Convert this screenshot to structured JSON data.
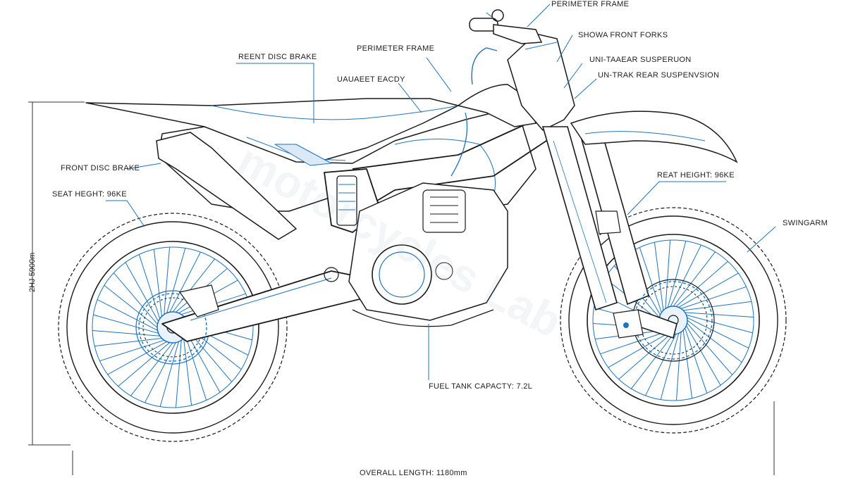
{
  "labels": {
    "perimeter_frame_top": "PERIMETER FRAME",
    "showa_front_forks": "SHOWA FRONT FORKS",
    "uni_trak_1": "UNI-TAAEAR SUSPERUON",
    "uni_trak_2": "UN-TRAK REAR SUSPENVSION",
    "reent_disc_brake": "REENT DISC BRAKE",
    "perimeter_frame_mid": "PERIMETER FRAME",
    "uauaeet_eacdy": "UAUAEET EACDY",
    "front_disc_brake": "FRONT DISC BRAKE",
    "seat_height_left": "SEAT HEGHT: 96KE",
    "reat_height_right": "REAT HEIGHT: 96KE",
    "swingarm": "SWINGARM",
    "fuel_tank": "FUEL TANK CAPACTY: 7.2L",
    "overall_length": "OVERALL LENGTH: 1180mm",
    "vertical_dim": "2HJ 5900m"
  },
  "watermark": "motorcycles Lab",
  "colors": {
    "line": "#1a1a1a",
    "accent": "#1e73be",
    "light": "#5a9bd4"
  }
}
